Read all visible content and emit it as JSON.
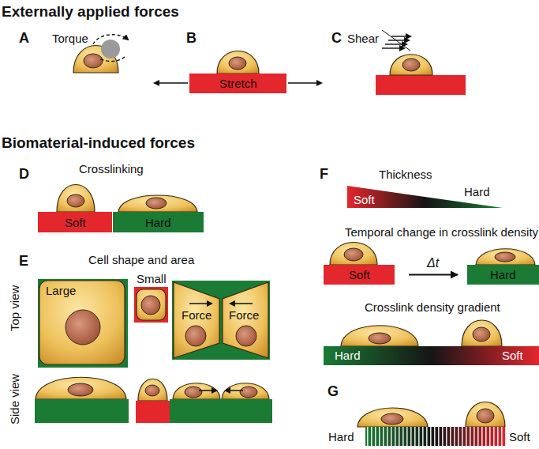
{
  "diagram": {
    "nodes": [
      {
        "text": [
          "Stretch"
        ]
      },
      {
        "text": [
          "Soft"
        ]
      },
      {
        "text": [
          "Hard"
        ]
      },
      {
        "text": [
          "Large"
        ]
      },
      {
        "text": [
          "Force"
        ]
      },
      {
        "text": [
          "Force"
        ]
      },
      {
        "text": [
          "Soft",
          "Hard"
        ]
      },
      {
        "text": [
          "Soft"
        ]
      },
      {
        "text": [
          "Hard"
        ]
      },
      {
        "text": [
          "Hard",
          "Soft"
        ]
      }
    ],
    "edges": [
      {
        "from": 7,
        "to": 8,
        "arrow": "to",
        "label": "Δt"
      }
    ],
    "labels": [
      "Externally applied forces",
      "A",
      "Torque",
      "B",
      "C",
      "Shear",
      "Biomaterial-induced forces",
      "D",
      "Crosslinking",
      "E",
      "Cell shape and area",
      "Small",
      "Top view",
      "Side view",
      "F",
      "Thickness",
      "Temporal change in crosslink density",
      "Crosslink density gradient",
      "G",
      "Hard",
      "Soft"
    ]
  }
}
